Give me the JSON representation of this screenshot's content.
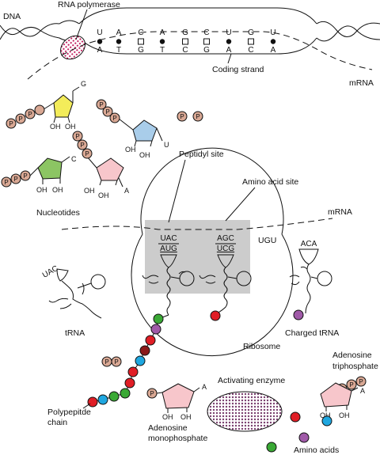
{
  "labels": {
    "dna": "DNA",
    "rna_polymerase": "RNA polymerase",
    "coding_strand": "Coding strand",
    "mrna_top": "mRNA",
    "nucleotides": "Nucleotides",
    "peptidyl_site": "Peptidyl site",
    "amino_acid_site": "Amino acid site",
    "mrna_mid": "mRNA",
    "ugu": "UGU",
    "trna": "tRNA",
    "charged_trna": "Charged tRNA",
    "ribosome": "Ribosome",
    "adenosine_triphosphate_1": "Adenosine",
    "adenosine_triphosphate_2": "triphosphate",
    "activating_enzyme": "Activating enzyme",
    "polypeptide_1": "Polypepitde",
    "polypeptide_2": "chain",
    "amp_1": "Adenosine",
    "amp_2": "monophosphate",
    "amino_acids": "Amino acids"
  },
  "dna_bases": {
    "top": [
      "U",
      "A",
      "C",
      "A",
      "G",
      "C",
      "U",
      "G",
      "U"
    ],
    "bottom": [
      "A",
      "T",
      "G",
      "T",
      "C",
      "G",
      "A",
      "C",
      "A"
    ]
  },
  "nucleotides": {
    "phosphate": "P",
    "hydroxyl": "OH",
    "bases": [
      "G",
      "U",
      "C",
      "A"
    ]
  },
  "ribosome": {
    "p_site_anticodon": "UAC",
    "p_site_codon": "AUG",
    "a_site_anticodon": "AGC",
    "a_site_codon": "UCG"
  },
  "free_trna_anticodon": "UAC",
  "charged_trna_anticodon": "ACA",
  "atp_base": "A",
  "amp_base": "A",
  "colors": {
    "guanine": "#f3ec5a",
    "uracil": "#a9cdea",
    "cytosine": "#8cc563",
    "adenine": "#f7c6cb",
    "phosphate": "#d9a894",
    "polymerase": "#c2185b",
    "enzyme": "#b87aa4",
    "ribosome_box": "#cccccc",
    "aa_green": "#3aa935",
    "aa_purple": "#a05aa8",
    "aa_red": "#e01e26",
    "aa_darkred": "#8b1a1a",
    "aa_blue": "#1fa7e0"
  }
}
